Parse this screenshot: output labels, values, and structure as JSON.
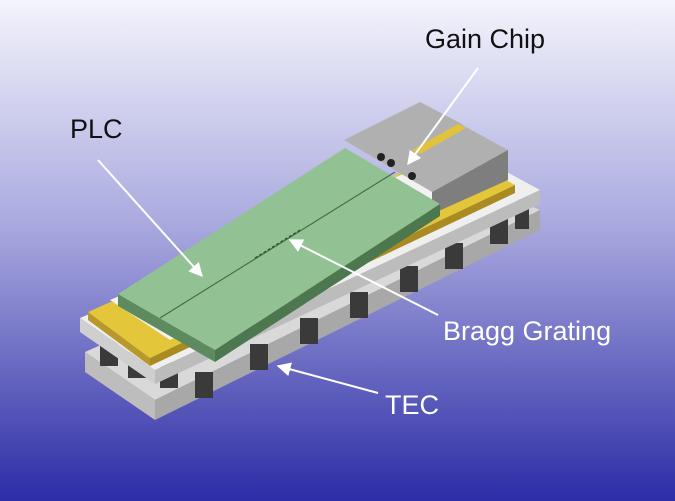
{
  "labels": {
    "gain_chip": "Gain Chip",
    "plc": "PLC",
    "bragg_grating": "Bragg Grating",
    "tec": "TEC"
  },
  "colors": {
    "background_top": "#f2f2fb",
    "background_bottom": "#2f2fa8",
    "plc_green": "#8fbf8f",
    "gold": "#e0c030",
    "tec_plate": "#e8e8e8",
    "chip_gray": "#9a9a9a"
  }
}
